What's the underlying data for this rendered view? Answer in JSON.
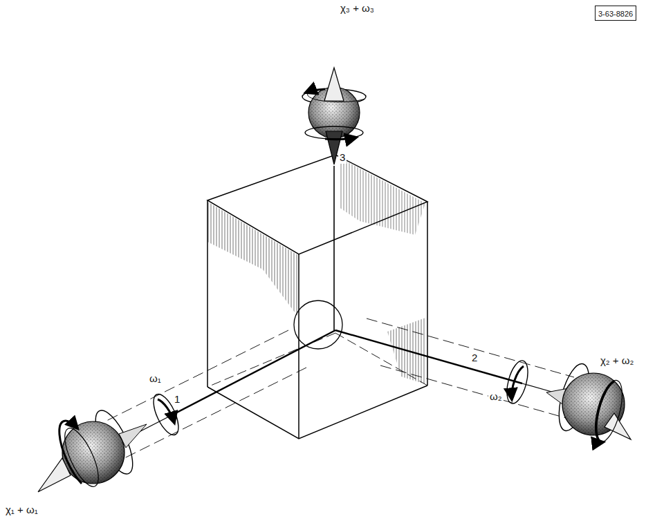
{
  "diagram": {
    "nodes": [
      {
        "text": [
          "3-63-8826"
        ]
      }
    ],
    "labels": [
      "χ₃ + ω₃",
      "3",
      "ω₁",
      "1",
      "2",
      "ω₂",
      "χ₂ + ω₂",
      "χ₁ + ω₁"
    ]
  }
}
